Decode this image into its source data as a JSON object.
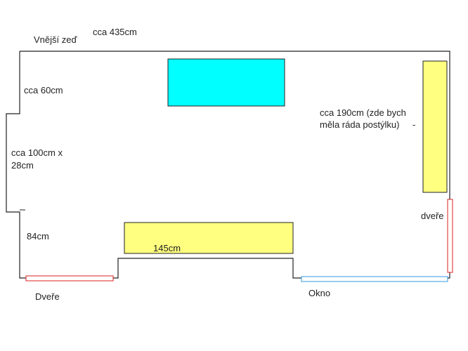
{
  "labels": {
    "outer_wall": "Vnější zeď",
    "top_width": "cca 435cm",
    "left_top": "cca 60cm",
    "left_recess_1": "cca 100cm x",
    "left_recess_2": "28cm",
    "left_bottom": "84cm",
    "bottom_piece": "145cm",
    "right_note_1": "cca 190cm (zde bych",
    "right_note_2": "měla ráda postýlku)",
    "right_dash": "-",
    "door_right": "dveře",
    "door_bottom": "Dveře",
    "window": "Okno"
  },
  "colors": {
    "wall": "#222222",
    "cyan_block": "#00ffff",
    "yellow_block": "#ffff80",
    "door": "#dd2222",
    "window": "#3399dd"
  }
}
